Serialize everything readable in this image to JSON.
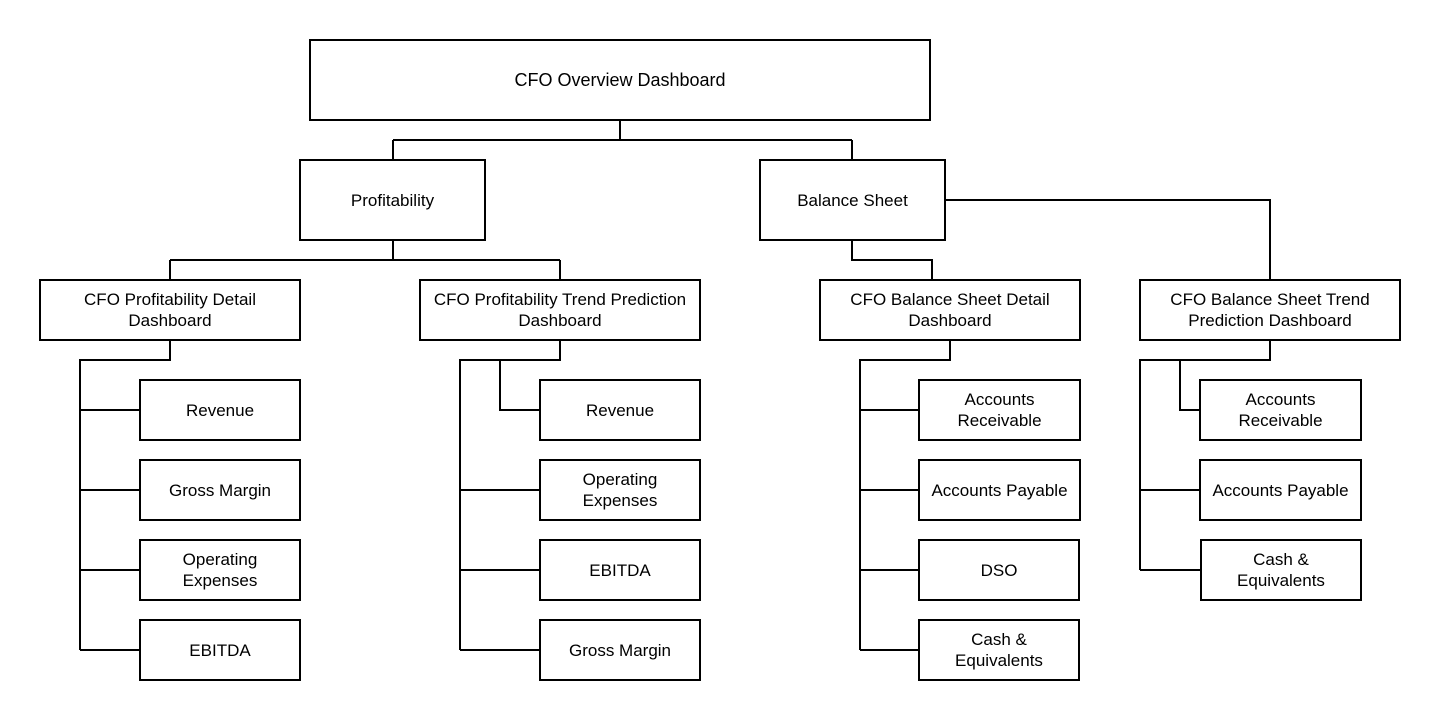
{
  "root": {
    "label": "CFO Overview Dashboard"
  },
  "profitability": {
    "label": "Profitability",
    "detail": {
      "label": "CFO Profitability Detail\nDashboard",
      "items": [
        "Revenue",
        "Gross Margin",
        "Operating\nExpenses",
        "EBITDA"
      ]
    },
    "trend": {
      "label": "CFO Profitability Trend Prediction\nDashboard",
      "items": [
        "Revenue",
        "Operating\nExpenses",
        "EBITDA",
        "Gross Margin"
      ]
    }
  },
  "balance_sheet": {
    "label": "Balance Sheet",
    "detail": {
      "label": "CFO Balance Sheet Detail\nDashboard",
      "items": [
        "Accounts\nReceivable",
        "Accounts Payable",
        "DSO",
        "Cash &\nEquivalents"
      ]
    },
    "trend": {
      "label": "CFO Balance Sheet Trend\nPrediction Dashboard",
      "items": [
        "Accounts\nReceivable",
        "Accounts Payable",
        "Cash &\nEquivalents"
      ]
    }
  }
}
